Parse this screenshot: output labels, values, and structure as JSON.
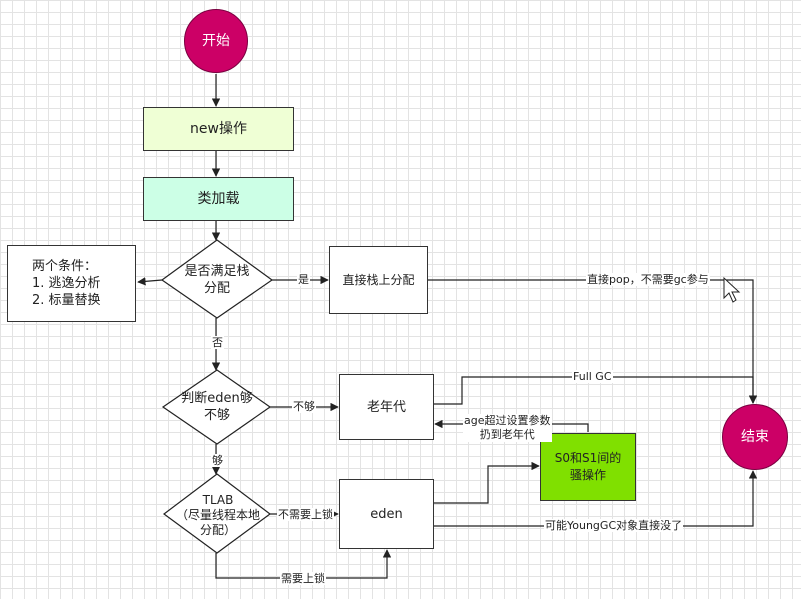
{
  "nodes": {
    "start": "开始",
    "new_op": "new操作",
    "class_load": "类加载",
    "stack_check_line1": "是否满足栈",
    "stack_check_line2": "分配",
    "conditions_line1": "两个条件：",
    "conditions_line2": "1. 逃逸分析",
    "conditions_line3": "2. 标量替换",
    "stack_alloc": "直接栈上分配",
    "eden_check_line1": "判断eden够",
    "eden_check_line2": "不够",
    "old_gen": "老年代",
    "tlab_line1": "TLAB",
    "tlab_line2": "（尽量线程本地",
    "tlab_line3": "分配）",
    "eden": "eden",
    "s0s1_line1": "S0和S1间的",
    "s0s1_line2": "骚操作",
    "end": "结束"
  },
  "edge_labels": {
    "yes": "是",
    "no": "否",
    "not_enough": "不够",
    "enough": "够",
    "no_lock": "不需要上锁",
    "need_lock": "需要上锁",
    "direct_pop": "直接pop，不需要gc参与",
    "full_gc": "Full GC",
    "age_line1": "age超过设置参数",
    "age_line2": "扔到老年代",
    "young_gc": "可能YoungGC对象直接没了"
  },
  "colors": {
    "circle_fill": "#cc0066",
    "new_fill": "#efffd5",
    "class_load_fill": "#ccffe6",
    "s0s1_fill": "#80e000",
    "grid": "#e3e3e3"
  }
}
